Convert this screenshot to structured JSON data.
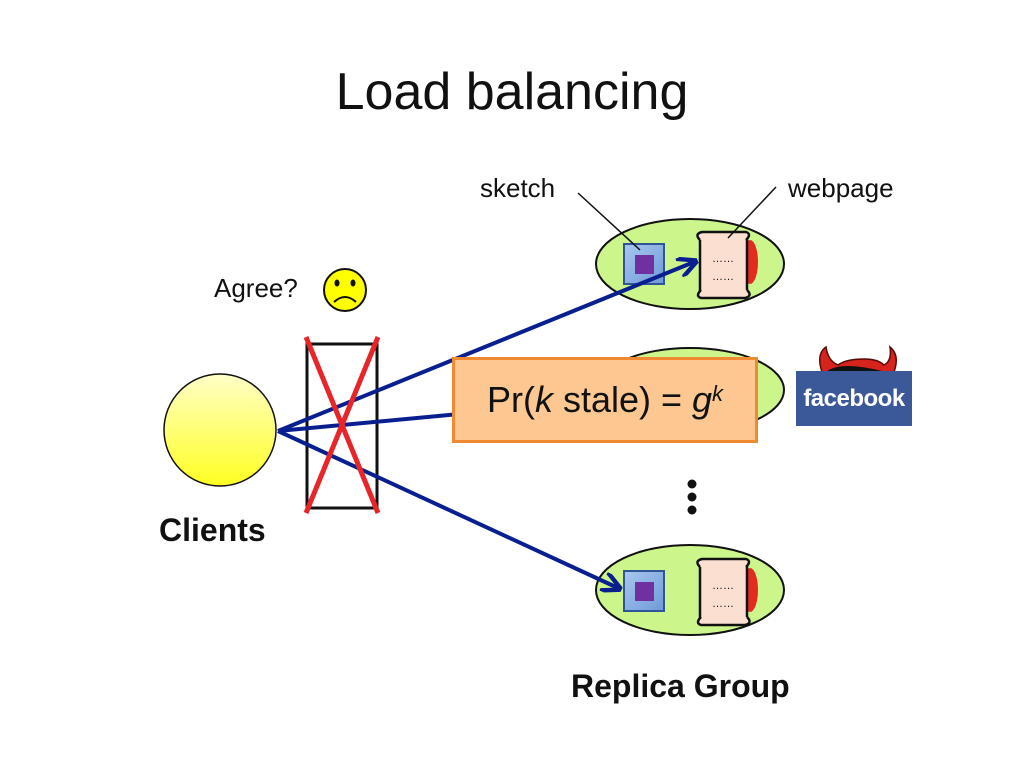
{
  "title": "Load balancing",
  "labels": {
    "sketch": "sketch",
    "webpage": "webpage",
    "agree": "Agree?",
    "clients": "Clients",
    "replica_group": "Replica Group",
    "facebook": "facebook",
    "page_dots": "……"
  },
  "formula": {
    "prefix": "Pr(",
    "k": "k",
    "middle": " stale) = ",
    "g": "g",
    "exp": "k"
  },
  "colors": {
    "arrow": "#0a1f8f",
    "cross": "#e8262a",
    "client_fill": "#ffff33",
    "replica_fill": "#ccf58c",
    "sketch_fill": "#7030a0",
    "formula_bg": "#fcc790",
    "formula_border": "#f08a32",
    "facebook": "#3b5998"
  },
  "icons": {
    "sad_face": "sad-face-icon",
    "devil": "devil-horns-icon",
    "scroll": "scroll-icon",
    "sketch": "sketch-square-icon"
  }
}
